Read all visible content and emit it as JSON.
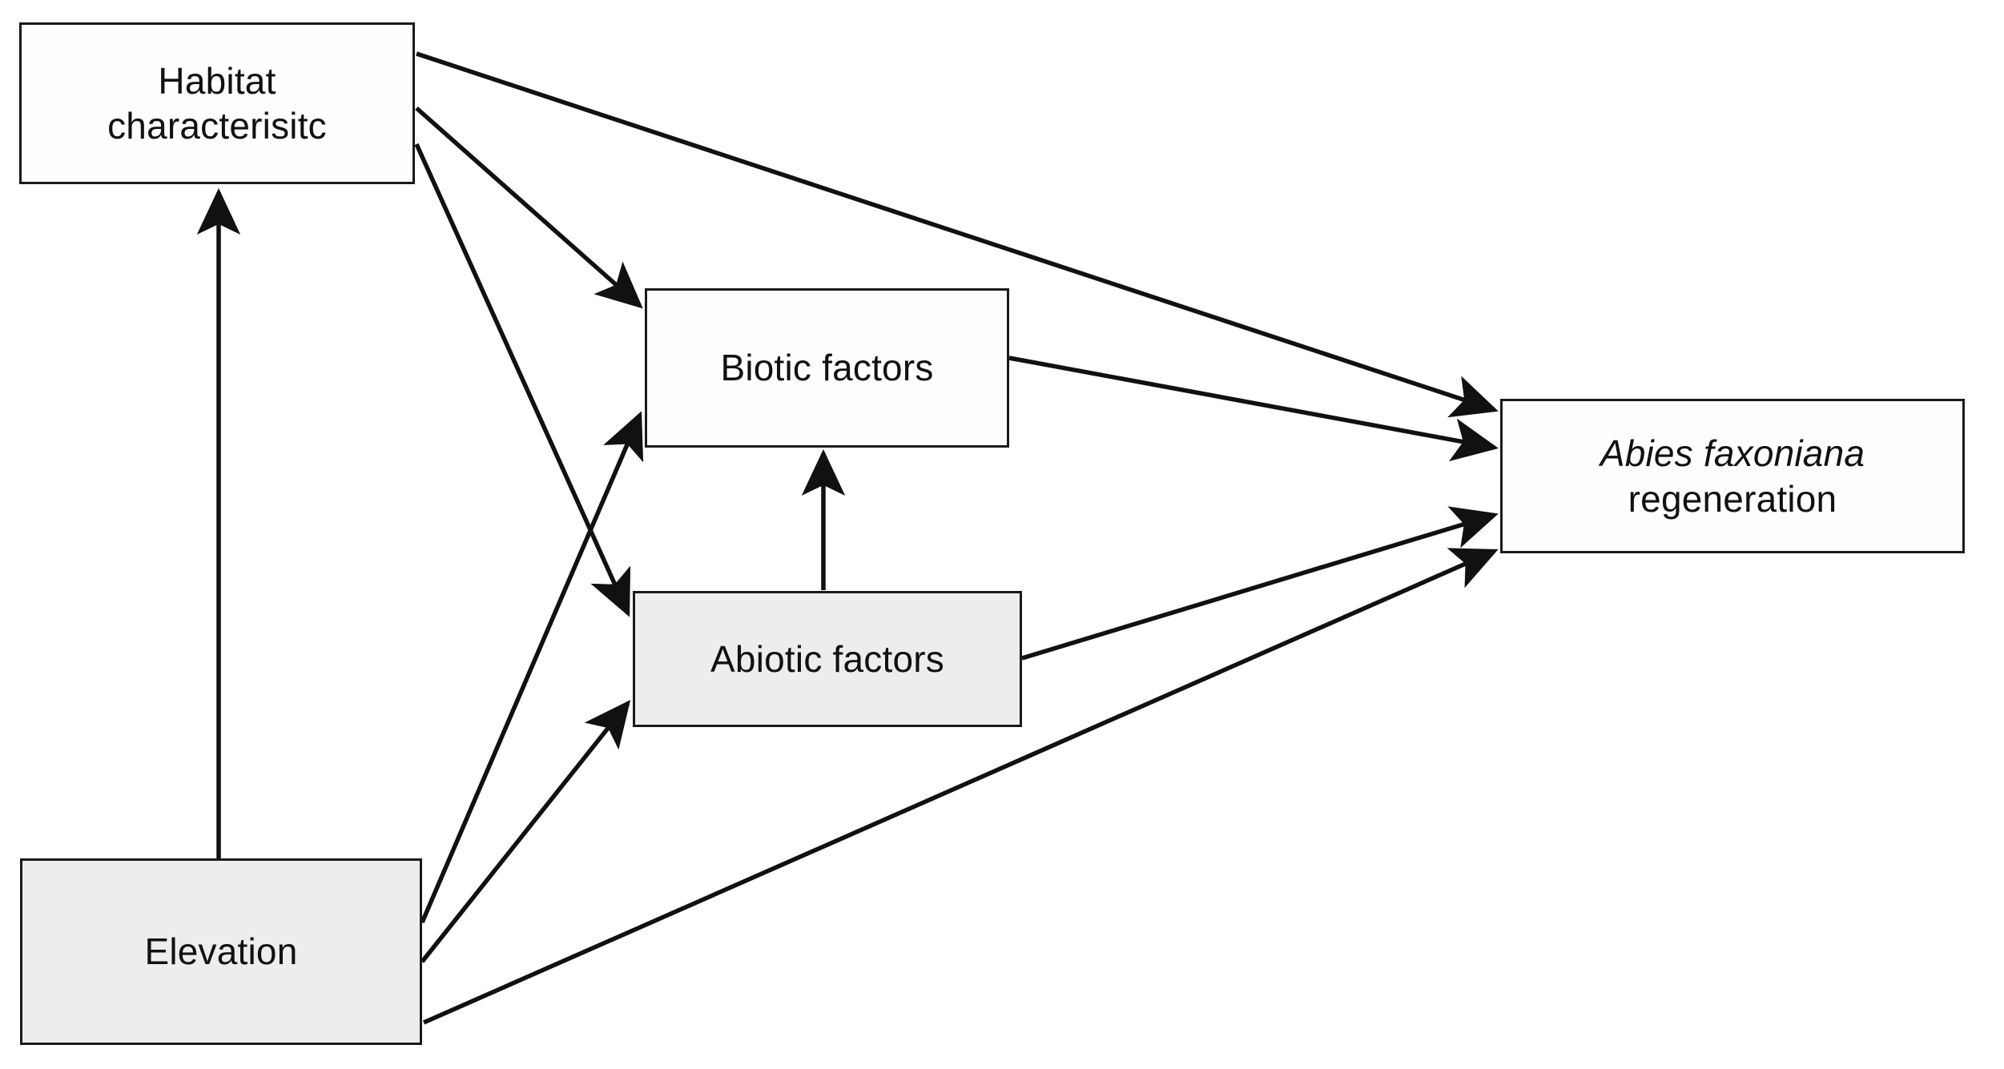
{
  "diagram": {
    "type": "conceptual-flow-diagram",
    "background_color": "#ffffff",
    "line_color": "#111111",
    "nodes": [
      {
        "id": "habitat",
        "label": "Habitat characterisitc",
        "label_line1": "Habitat",
        "label_line2": "characterisitc",
        "fill": "#fefefe",
        "border_color": "#1a1a1a"
      },
      {
        "id": "biotic",
        "label": "Biotic factors",
        "label_line1": "Biotic factors",
        "label_line2": "",
        "fill": "#fefefe",
        "border_color": "#1a1a1a"
      },
      {
        "id": "abiotic",
        "label": "Abiotic factors",
        "label_line1": "Abiotic factors",
        "label_line2": "",
        "fill": "#ededed",
        "border_color": "#1a1a1a"
      },
      {
        "id": "abies",
        "label": "Abies faxoniana regeneration",
        "label_line1": "Abies faxoniana",
        "label_line2": "regeneration",
        "label_line1_style": "italic",
        "fill": "#fefefe",
        "border_color": "#1a1a1a"
      },
      {
        "id": "elevation",
        "label": "Elevation",
        "label_line1": "Elevation",
        "label_line2": "",
        "fill": "#ededed",
        "border_color": "#1a1a1a"
      }
    ],
    "edges": [
      {
        "from": "habitat",
        "to": "abies",
        "arrow": true
      },
      {
        "from": "habitat",
        "to": "biotic",
        "arrow": true
      },
      {
        "from": "habitat",
        "to": "abiotic",
        "arrow": true
      },
      {
        "from": "biotic",
        "to": "abies",
        "arrow": true
      },
      {
        "from": "abiotic",
        "to": "biotic",
        "arrow": true
      },
      {
        "from": "abiotic",
        "to": "abies",
        "arrow": true
      },
      {
        "from": "elevation",
        "to": "habitat",
        "arrow": true
      },
      {
        "from": "elevation",
        "to": "biotic",
        "arrow": true
      },
      {
        "from": "elevation",
        "to": "abiotic",
        "arrow": true
      },
      {
        "from": "elevation",
        "to": "abies",
        "arrow": true
      }
    ]
  }
}
